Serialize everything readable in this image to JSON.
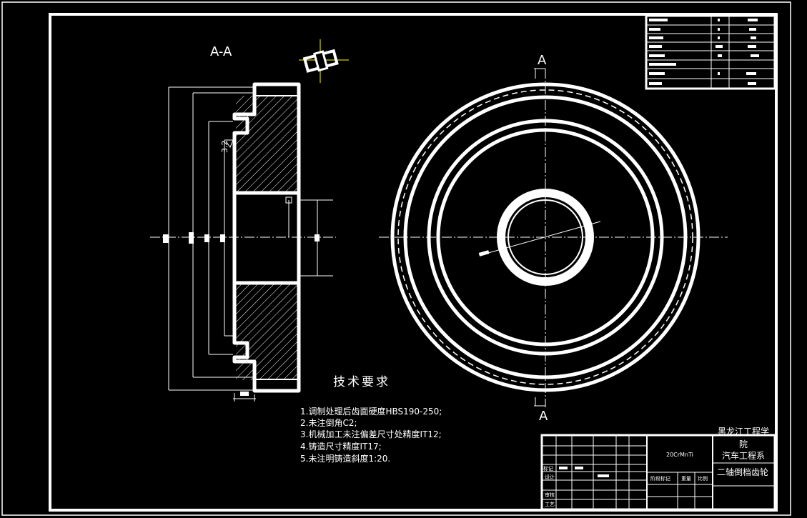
{
  "drawing": {
    "section_label": "A-A",
    "section_marker_top": "A",
    "section_marker_bottom": "A",
    "roughness_value": "3.2",
    "colors": {
      "background": "#000000",
      "line": "#ffffff",
      "axis_line": "#ffffff",
      "marker_accent": "#ffff00"
    }
  },
  "technical_requirements": {
    "heading": "技术要求",
    "items": [
      "1.调制处理后齿面硬度HBS190-250;",
      "2.未注倒角C2;",
      "3.机械加工未注偏差尺寸处精度IT12;",
      "4.铸造尺寸精度IT17;",
      "5.未注明铸造斜度1:20."
    ]
  },
  "title_block": {
    "school_line1": "黑龙江工程学",
    "school_line2": "院",
    "department": "汽车工程系",
    "material": "20CrMnTi",
    "part_name": "二轴倒档齿轮",
    "row_labels": [
      "标记",
      "设计",
      "审核",
      "工艺"
    ],
    "col_headers": [
      "阶段标记",
      "重量",
      "比例"
    ]
  }
}
